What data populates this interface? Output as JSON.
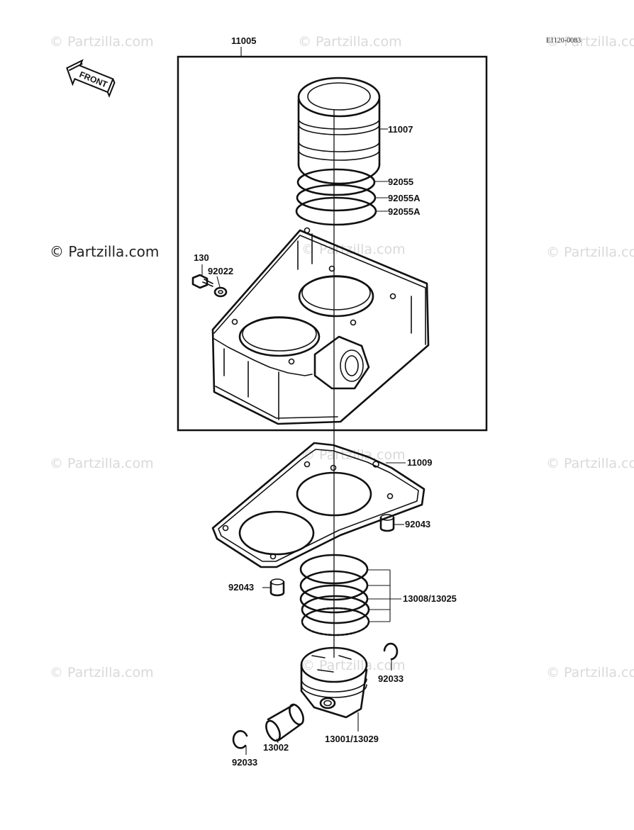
{
  "diagram": {
    "reference_code": "E1120-0083",
    "front_label": "FRONT",
    "watermark_text": "© Partzilla.com",
    "labels": {
      "assembly": "11005",
      "liner": "11007",
      "oring_1": "92055",
      "oring_2": "92055A",
      "oring_3": "92055A",
      "bolt": "130",
      "washer": "92022",
      "gasket": "11009",
      "dowel_right": "92043",
      "dowel_left": "92043",
      "rings": "13008/13025",
      "circlip_right": "92033",
      "pin": "13002",
      "piston": "13001/13029",
      "circlip_left": "92033"
    }
  }
}
